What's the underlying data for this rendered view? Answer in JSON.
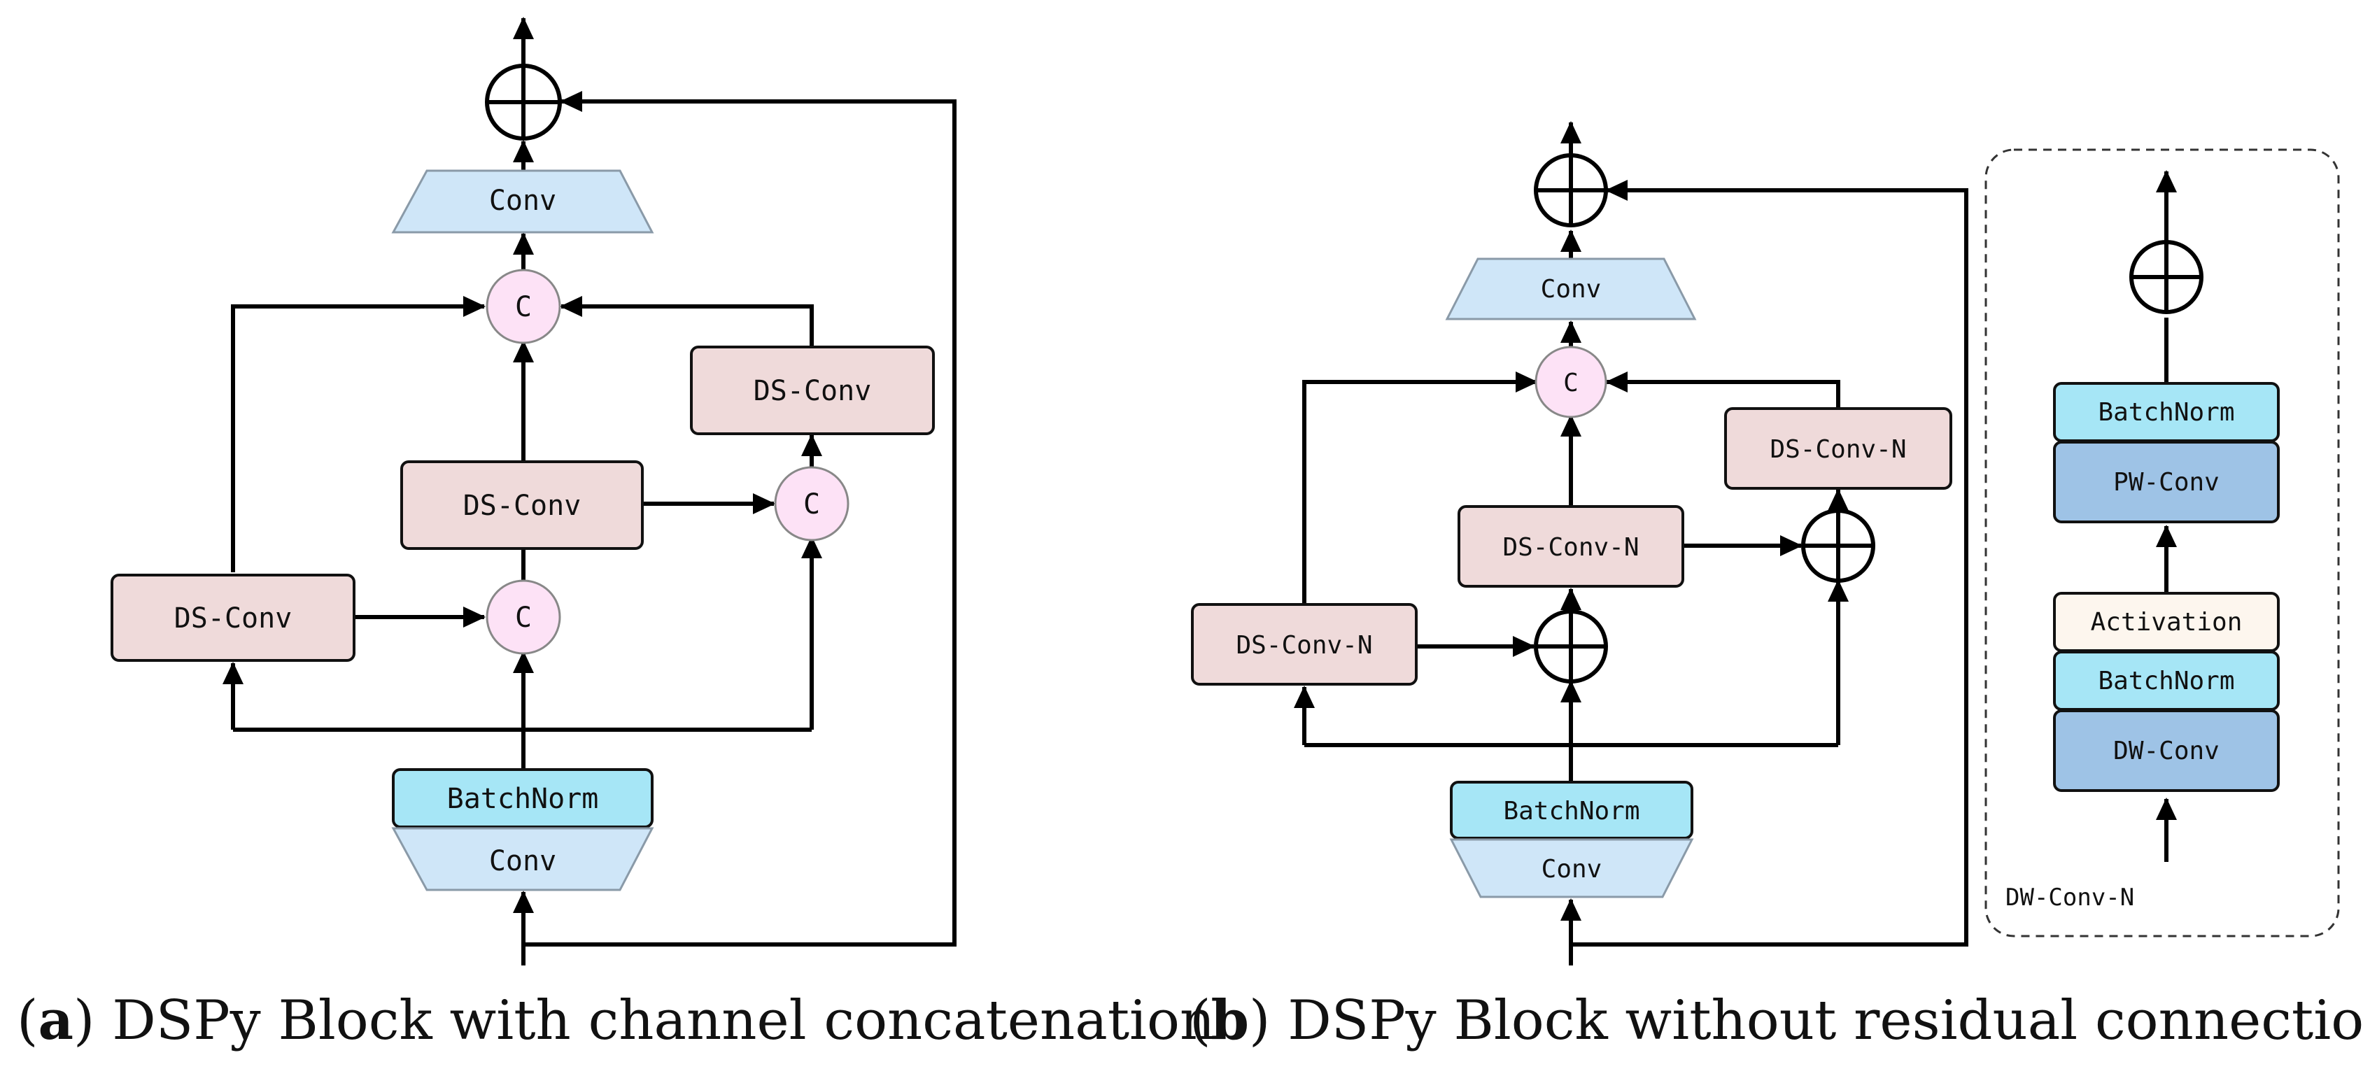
{
  "panel_a": {
    "conv_top": "Conv",
    "concat_symbol": "C",
    "ds_conv": "DS-Conv",
    "batchnorm": "BatchNorm",
    "conv_bottom": "Conv",
    "caption_letter": "a",
    "caption_text": "DSPy Block with channel concatenation"
  },
  "panel_b": {
    "conv_top": "Conv",
    "concat_symbol": "C",
    "ds_conv_n": "DS-Conv-N",
    "batchnorm": "BatchNorm",
    "conv_bottom": "Conv",
    "caption_letter": "b",
    "caption_text": "DSPy Block without residual connections"
  },
  "inset": {
    "batchnorm_top": "BatchNorm",
    "pw_conv": "PW-Conv",
    "activation": "Activation",
    "batchnorm_bottom": "BatchNorm",
    "dw_conv": "DW-Conv",
    "title": "DW-Conv-N"
  },
  "colors": {
    "conv_fill": "#cfe6f8",
    "ds_conv_fill": "#efdada",
    "batchnorm_fill": "#a6e6f6",
    "concat_fill": "#fde2f6",
    "pw_dw_fill": "#9ec3e6",
    "activation_fill": "#fdf6ee"
  }
}
